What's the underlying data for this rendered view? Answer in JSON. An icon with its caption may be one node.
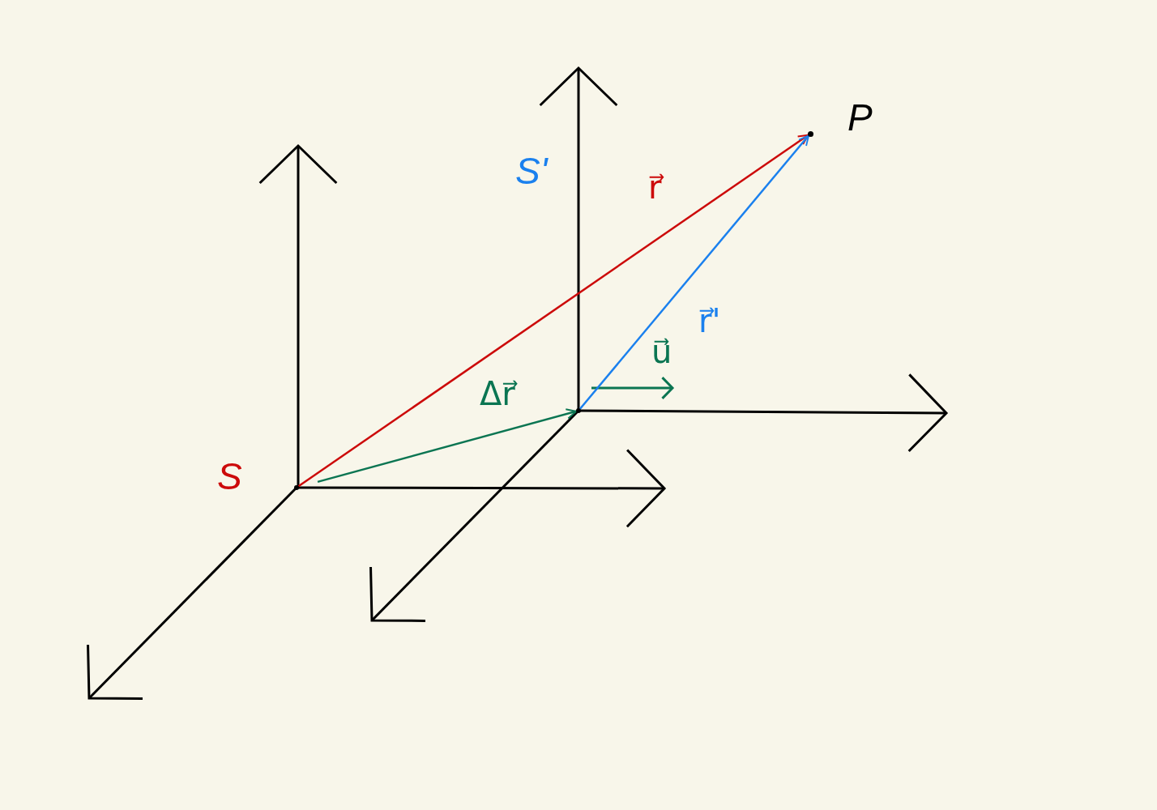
{
  "diagram": {
    "nodes": [
      {
        "text": [],
        "shape": "point",
        "beside": [
          "S"
        ]
      },
      {
        "text": [],
        "shape": "point"
      },
      {
        "text": [],
        "shape": "dot",
        "beside": [
          "P"
        ]
      }
    ],
    "edges": [
      {
        "from": 0,
        "to": 2,
        "arrow": "to",
        "label": "r⃗",
        "color": "#cc0a0a"
      },
      {
        "from": 1,
        "to": 2,
        "arrow": "to",
        "label": "r⃗'",
        "color": "#1a80ee"
      },
      {
        "from": 0,
        "to": 1,
        "arrow": "to",
        "label": "Δr⃗",
        "color": "#0b7552"
      }
    ],
    "labels": [
      "S'",
      "u⃗"
    ]
  }
}
